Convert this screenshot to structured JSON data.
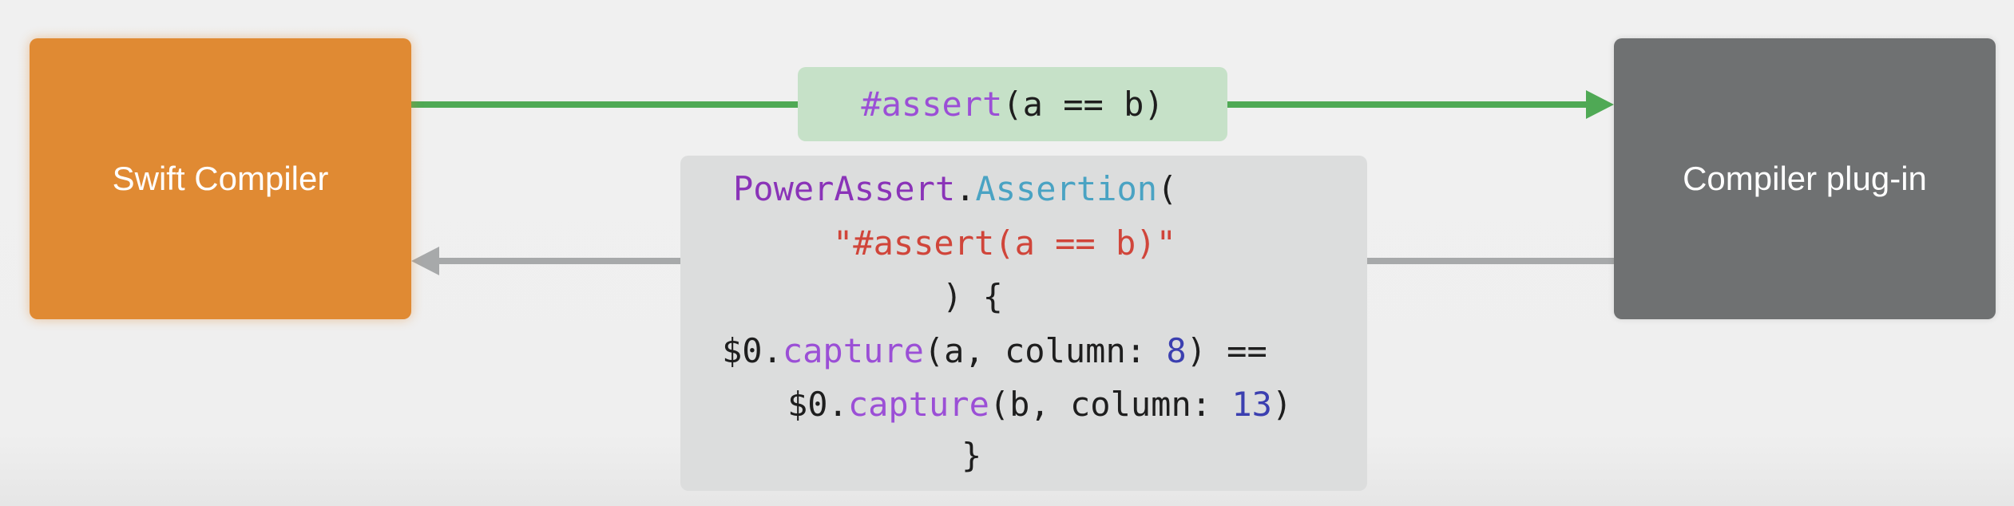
{
  "nodes": {
    "left": {
      "label": "Swift Compiler",
      "color": "#e08a33"
    },
    "right": {
      "label": "Compiler plug-in",
      "color": "#6f7172"
    }
  },
  "top_code": {
    "macro": "#assert",
    "args": "(a == b)"
  },
  "bottom_code": {
    "line1": {
      "module": "PowerAssert",
      "dot": ".",
      "type": "Assertion",
      "paren": "("
    },
    "line2": {
      "string": "\"#assert(a == b)\""
    },
    "line3": {
      "text": ") {"
    },
    "line4": {
      "recv": "$0.",
      "method": "capture",
      "args": "(a, column: ",
      "num": "8",
      "tail": ") =="
    },
    "line5": {
      "recv": "$0.",
      "method": "capture",
      "args": "(b, column: ",
      "num": "13",
      "tail": ")"
    },
    "line6": {
      "text": "}"
    }
  },
  "colors": {
    "forward_arrow": "#4fa955",
    "back_arrow": "#a7a9aa",
    "top_code_bg": "#c6e1c8",
    "bottom_code_bg": "#dcdddd"
  }
}
